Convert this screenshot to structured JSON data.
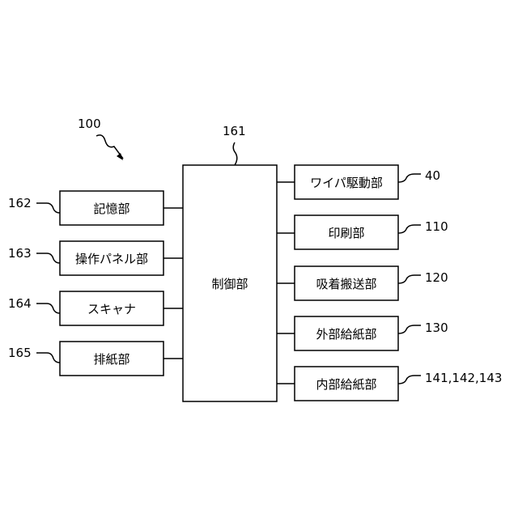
{
  "system_ref": "100",
  "controller": {
    "ref": "161",
    "label": "制御部"
  },
  "left_blocks": [
    {
      "ref": "162",
      "label": "記憶部"
    },
    {
      "ref": "163",
      "label": "操作パネル部"
    },
    {
      "ref": "164",
      "label": "スキャナ"
    },
    {
      "ref": "165",
      "label": "排紙部"
    }
  ],
  "right_blocks": [
    {
      "ref": "40",
      "label": "ワイパ駆動部"
    },
    {
      "ref": "110",
      "label": "印刷部"
    },
    {
      "ref": "120",
      "label": "吸着搬送部"
    },
    {
      "ref": "130",
      "label": "外部給紙部"
    },
    {
      "ref": "141,142,143",
      "label": "内部給紙部"
    }
  ]
}
